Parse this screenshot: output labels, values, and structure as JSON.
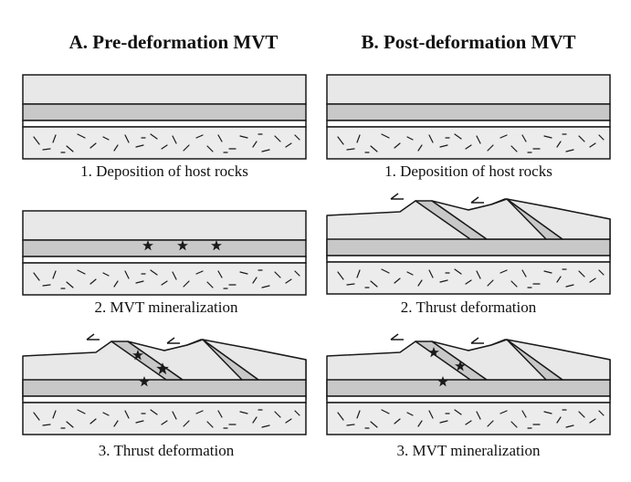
{
  "columns": [
    {
      "heading": "A. Pre-deformation MVT",
      "captions": [
        "1. Deposition of host rocks",
        "2. MVT mineralization",
        "3. Thrust deformation"
      ]
    },
    {
      "heading": "B. Post-deformation MVT",
      "captions": [
        "1. Deposition of host rocks",
        "2. Thrust deformation",
        "3. MVT mineralization"
      ]
    }
  ],
  "colors": {
    "upper_layer": "#e8e8e8",
    "host_layer": "#c8c8c8",
    "white_band": "#ffffff",
    "basement_fill": "#ececec",
    "outline": "#1a1a1a"
  },
  "icons": {
    "ore_deposit": "star-icon",
    "thrust_direction": "half-arrow-icon"
  }
}
